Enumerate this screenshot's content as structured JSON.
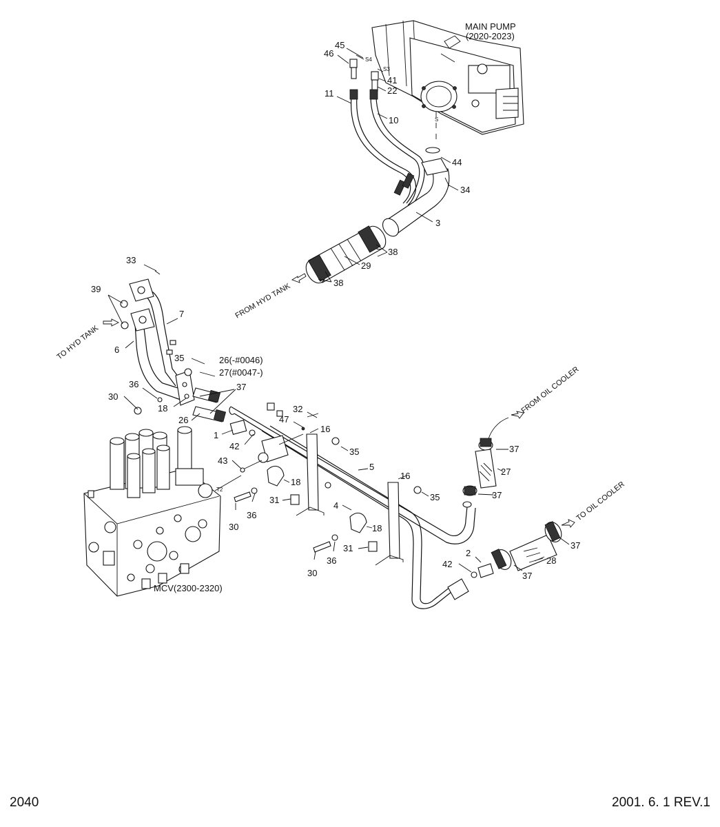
{
  "page": {
    "number": "2040",
    "date_rev": "2001. 6. 1 REV.1"
  },
  "components": {
    "main_pump_title": "MAIN PUMP",
    "main_pump_range": "(2020-2023)",
    "mcv": "MCV(2300-2320)"
  },
  "flow_notes": {
    "from_hyd_tank": "FROM HYD TANK",
    "to_hyd_tank": "TO HYD TANK",
    "from_oil_cooler": "FROM OIL COOLER",
    "to_oil_cooler": "TO OIL COOLER"
  },
  "port_marks": {
    "s4": "S4",
    "s3": "S3",
    "s": "S",
    "t2": "T2"
  },
  "callouts": [
    "45",
    "46",
    "41",
    "22",
    "11",
    "10",
    "44",
    "34",
    "3",
    "38",
    "29",
    "38",
    "33",
    "39",
    "7",
    "6",
    "35",
    "26(-#0046)",
    "27(#0047-)",
    "37",
    "36",
    "30",
    "18",
    "26",
    "32",
    "47",
    "16",
    "1",
    "42",
    "35",
    "43",
    "18",
    "5",
    "31",
    "16",
    "37",
    "27",
    "36",
    "30",
    "35",
    "4",
    "37",
    "18",
    "31",
    "2",
    "42",
    "30",
    "36",
    "37",
    "28",
    "37"
  ]
}
